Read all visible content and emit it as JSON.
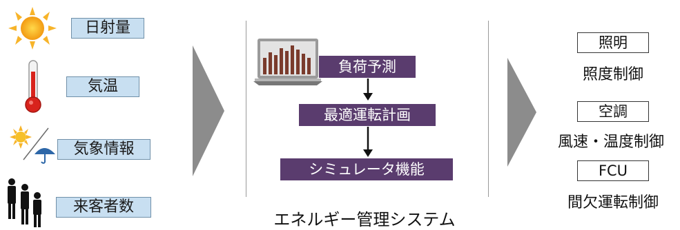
{
  "inputs": {
    "solar": "日射量",
    "temperature": "気温",
    "weather": "気象情報",
    "visitors": "来客者数"
  },
  "system": {
    "load_forecast": "負荷予測",
    "optimal_plan": "最適運転計画",
    "simulator": "シミュレータ機能",
    "caption": "エネルギー管理システム"
  },
  "outputs": {
    "lighting_box": "照明",
    "lighting_label": "照度制御",
    "hvac_box": "空調",
    "hvac_label": "風速・温度制御",
    "fcu_box": "FCU",
    "fcu_label": "間欠運転制御"
  },
  "colors": {
    "input_fill": "#c8dff1",
    "process_fill": "#5a3c6e",
    "arrow_gray": "#8c8c8c"
  }
}
